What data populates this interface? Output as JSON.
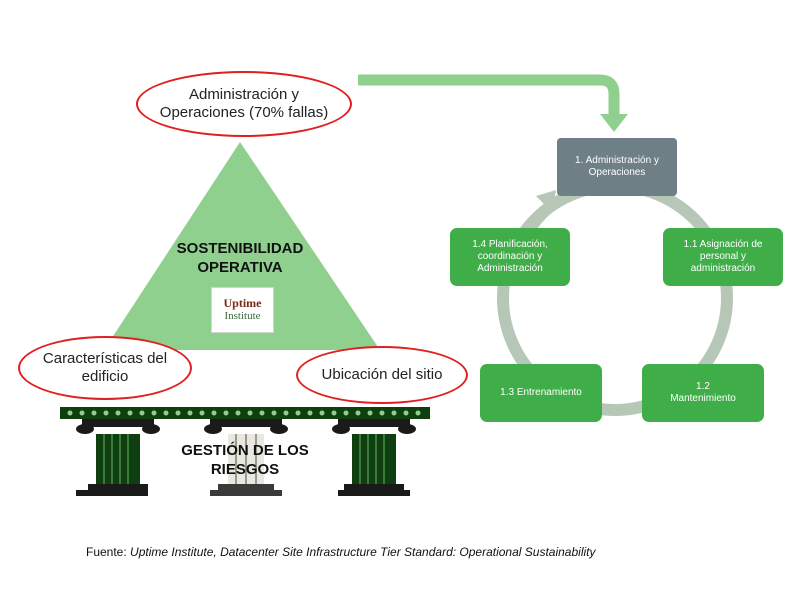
{
  "top_ellipse": "Administración y Operaciones (70% fallas)",
  "triangle_title_1": "SOSTENIBILIDAD",
  "triangle_title_2": "OPERATIVA",
  "logo_line1": "Uptime",
  "logo_line2": "Institute",
  "left_ellipse": "Características del edificio",
  "right_ellipse": "Ubicación del sitio",
  "base_title_1": "GESTIÓN DE LOS",
  "base_title_2": "RIESGOS",
  "cycle": {
    "center_top": "1. Administración y Operaciones",
    "item_1_1": "1.1 Asignación de personal y administración",
    "item_1_2_num": "1.2",
    "item_1_2_label": "Mantenimiento",
    "item_1_3": "1.3 Entrenamiento",
    "item_1_4": "1.4 Planificación, coordinación y Administración"
  },
  "caption_prefix": "Fuente: ",
  "caption_source": "Uptime Institute, Datacenter Site Infrastructure Tier Standard: Operational  Sustainability",
  "colors": {
    "green": "#3fae49",
    "light_green": "#8fd08f",
    "slate": "#6f7f86",
    "red": "#e02020"
  }
}
